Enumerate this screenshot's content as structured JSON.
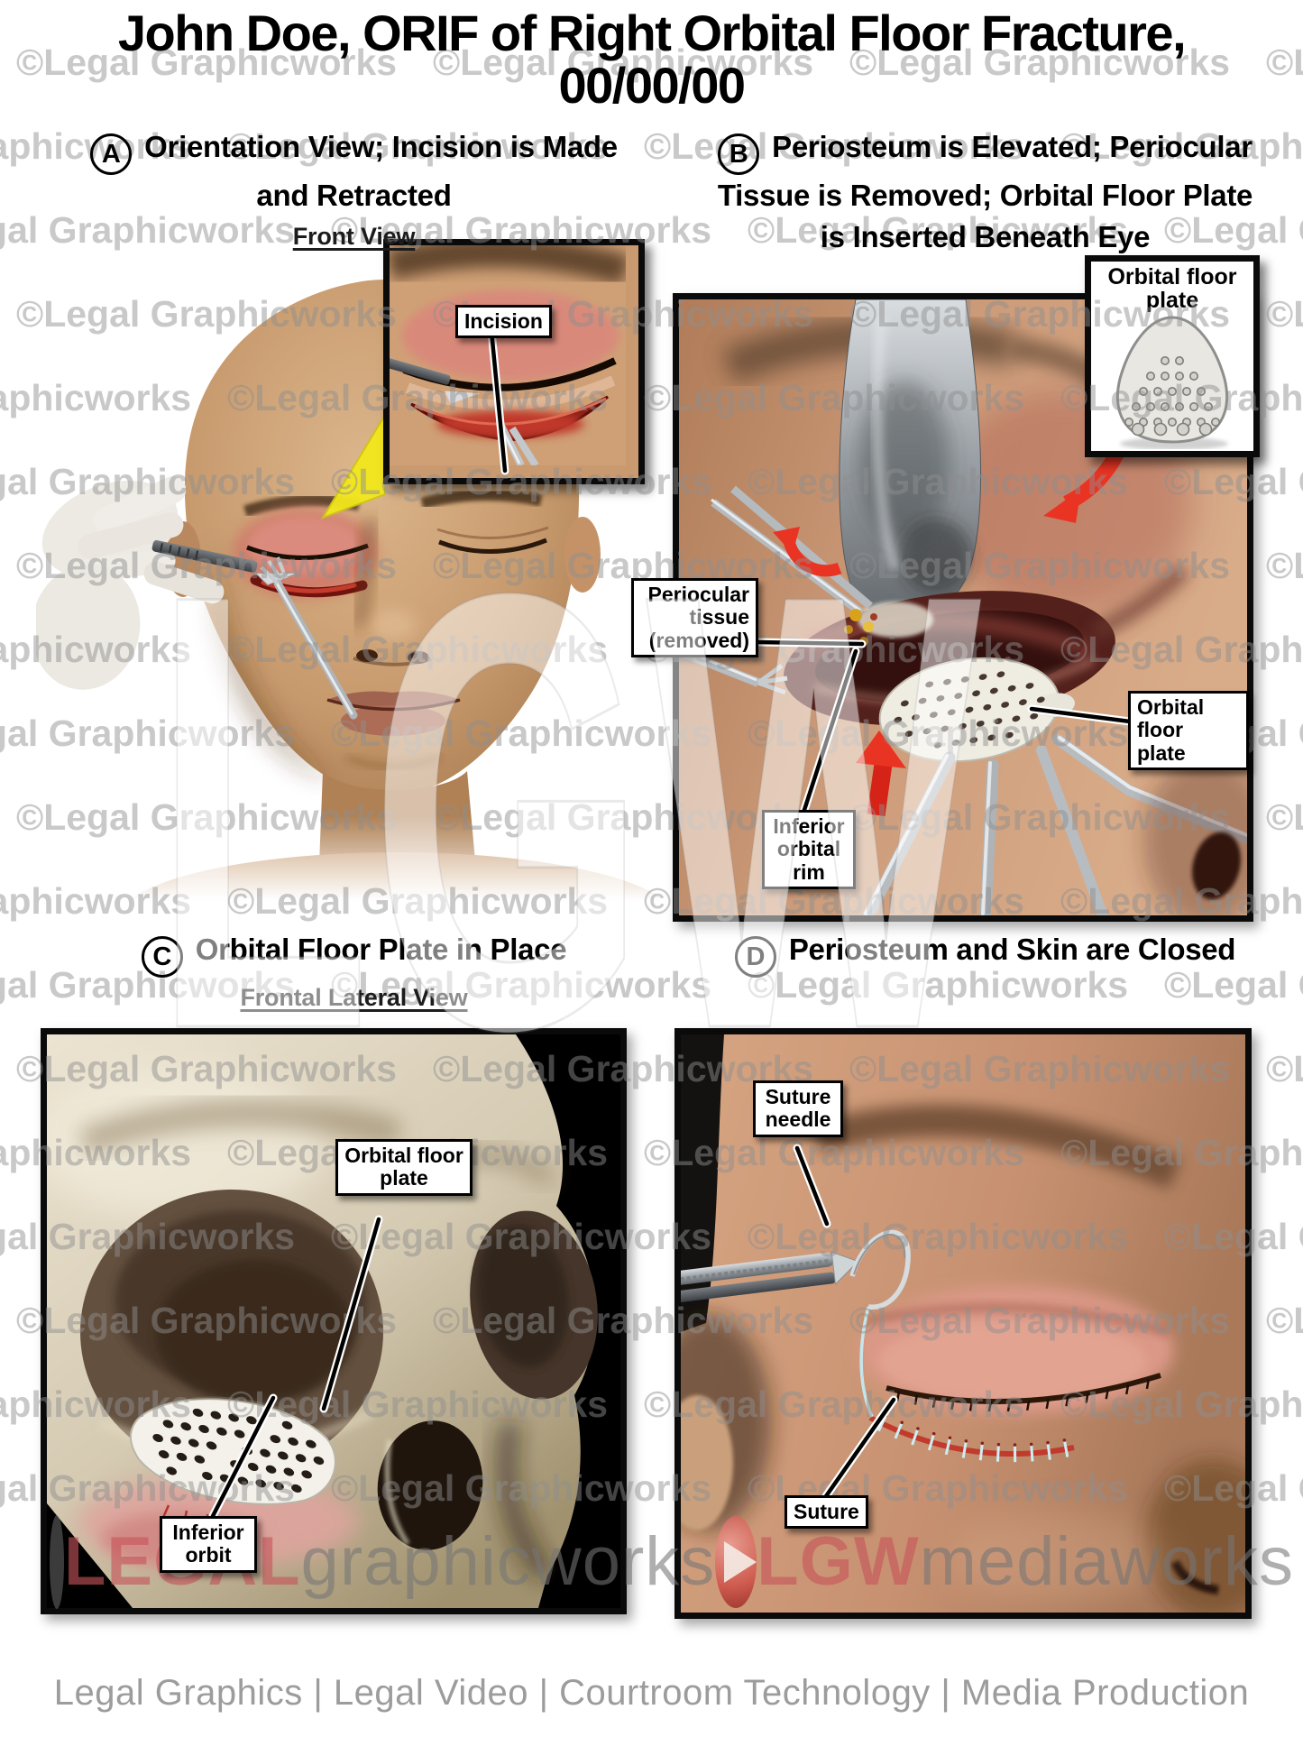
{
  "title": {
    "line1": "John Doe, ORIF of Right Orbital Floor Fracture,",
    "line2": "00/00/00"
  },
  "watermark": {
    "text": "©Legal Graphicworks",
    "color": "#8f8f8f"
  },
  "center_watermark": "LGW",
  "panels": [
    {
      "letter": "A",
      "heading_line1": "Orientation View; Incision is Made",
      "heading_line2": "and Retracted",
      "subheading": "Front View",
      "labels": {
        "incision": "Incision"
      }
    },
    {
      "letter": "B",
      "heading_line1": "Periosteum is Elevated; Periocular",
      "heading_line2": "Tissue is Removed; Orbital Floor Plate",
      "heading_line3": "is Inserted Beneath Eye",
      "inset_title_line1": "Orbital floor",
      "inset_title_line2": "plate",
      "labels": {
        "periocular_line1": "Periocular",
        "periocular_line2": "tissue",
        "periocular_line3": "(removed)",
        "plate_line1": "Orbital floor",
        "plate_line2": "plate",
        "rim_line1": "Inferior",
        "rim_line2": "orbital",
        "rim_line3": "rim"
      }
    },
    {
      "letter": "C",
      "heading_line1": "Orbital Floor Plate in Place",
      "subheading": "Frontal Lateral View",
      "labels": {
        "plate_line1": "Orbital floor",
        "plate_line2": "plate",
        "orbit_line1": "Inferior",
        "orbit_line2": "orbit"
      }
    },
    {
      "letter": "D",
      "heading_line1": "Periosteum and Skin are Closed",
      "labels": {
        "needle_line1": "Suture",
        "needle_line2": "needle",
        "suture": "Suture"
      }
    }
  ],
  "banner": {
    "legal": "LEGAL",
    "graphicworks": "graphicworks",
    "lgw": "LGW",
    "mediaworks": "mediaworks"
  },
  "footer": "Legal Graphics | Legal Video | Courtroom Technology | Media Production",
  "colors": {
    "arrow_red": "#e93423",
    "callout_yellow": "#f3e81d",
    "watermark_gray": "#8f8f8f",
    "banner_red": "#c7545a",
    "label_border": "#000000"
  }
}
